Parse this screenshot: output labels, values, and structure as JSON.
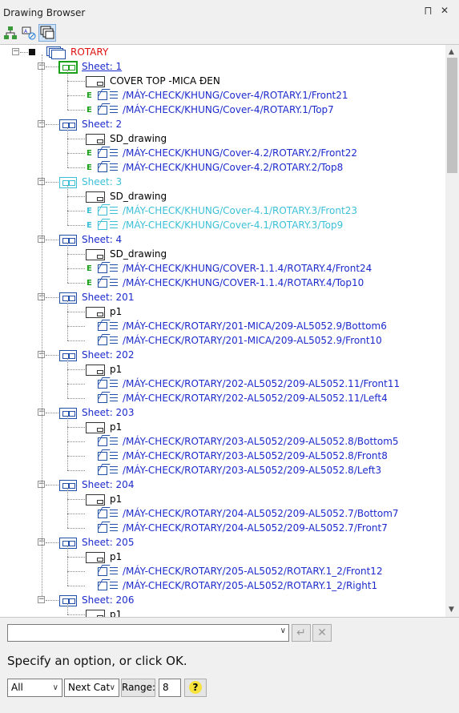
{
  "window": {
    "title": "Drawing Browser",
    "pin_icon": "pin-icon",
    "close_icon": "close-icon"
  },
  "toolbar": {
    "buttons": [
      "hierarchy-view-icon",
      "sheet-formats-view-icon",
      "sheets-view-icon"
    ]
  },
  "tree": {
    "root": "ROTARY",
    "sheets": [
      {
        "name": "Sheet: 1",
        "state": "active",
        "format": "COVER TOP -MICA ĐEN",
        "views": [
          {
            "path": "/MÁY-CHECK/KHUNG/Cover-4/ROTARY.1/Front21",
            "e": true
          },
          {
            "path": "/MÁY-CHECK/KHUNG/Cover-4/ROTARY.1/Top7",
            "e": true
          }
        ]
      },
      {
        "name": "Sheet: 2",
        "state": "normal",
        "format": "SD_drawing",
        "views": [
          {
            "path": "/MÁY-CHECK/KHUNG/Cover-4.2/ROTARY.2/Front22",
            "e": true
          },
          {
            "path": "/MÁY-CHECK/KHUNG/Cover-4.2/ROTARY.2/Top8",
            "e": true
          }
        ]
      },
      {
        "name": "Sheet: 3",
        "state": "dim",
        "format": "SD_drawing",
        "views": [
          {
            "path": "/MÁY-CHECK/KHUNG/Cover-4.1/ROTARY.3/Front23",
            "e": true
          },
          {
            "path": "/MÁY-CHECK/KHUNG/Cover-4.1/ROTARY.3/Top9",
            "e": true
          }
        ]
      },
      {
        "name": "Sheet: 4",
        "state": "normal",
        "format": "SD_drawing",
        "views": [
          {
            "path": "/MÁY-CHECK/KHUNG/COVER-1.1.4/ROTARY.4/Front24",
            "e": true
          },
          {
            "path": "/MÁY-CHECK/KHUNG/COVER-1.1.4/ROTARY.4/Top10",
            "e": true
          }
        ]
      },
      {
        "name": "Sheet: 201",
        "state": "normal",
        "format": "p1",
        "views": [
          {
            "path": "/MÁY-CHECK/ROTARY/201-MICA/209-AL5052.9/Bottom6",
            "e": false
          },
          {
            "path": "/MÁY-CHECK/ROTARY/201-MICA/209-AL5052.9/Front10",
            "e": false
          }
        ]
      },
      {
        "name": "Sheet: 202",
        "state": "normal",
        "format": "p1",
        "views": [
          {
            "path": "/MÁY-CHECK/ROTARY/202-AL5052/209-AL5052.11/Front11",
            "e": false
          },
          {
            "path": "/MÁY-CHECK/ROTARY/202-AL5052/209-AL5052.11/Left4",
            "e": false
          }
        ]
      },
      {
        "name": "Sheet: 203",
        "state": "normal",
        "format": "p1",
        "views": [
          {
            "path": "/MÁY-CHECK/ROTARY/203-AL5052/209-AL5052.8/Bottom5",
            "e": false
          },
          {
            "path": "/MÁY-CHECK/ROTARY/203-AL5052/209-AL5052.8/Front8",
            "e": false
          },
          {
            "path": "/MÁY-CHECK/ROTARY/203-AL5052/209-AL5052.8/Left3",
            "e": false
          }
        ]
      },
      {
        "name": "Sheet: 204",
        "state": "normal",
        "format": "p1",
        "views": [
          {
            "path": "/MÁY-CHECK/ROTARY/204-AL5052/209-AL5052.7/Bottom7",
            "e": false
          },
          {
            "path": "/MÁY-CHECK/ROTARY/204-AL5052/209-AL5052.7/Front7",
            "e": false
          }
        ]
      },
      {
        "name": "Sheet: 205",
        "state": "normal",
        "format": "p1",
        "views": [
          {
            "path": "/MÁY-CHECK/ROTARY/205-AL5052/ROTARY.1_2/Front12",
            "e": false
          },
          {
            "path": "/MÁY-CHECK/ROTARY/205-AL5052/ROTARY.1_2/Right1",
            "e": false
          }
        ]
      },
      {
        "name": "Sheet: 206",
        "state": "normal",
        "format": "p1",
        "views": []
      }
    ]
  },
  "command": {
    "value": "",
    "prompt": "Specify an option, or click OK."
  },
  "footer": {
    "filter": "All",
    "next": "Next Cat",
    "range_label": "Range:",
    "range_value": "8"
  },
  "colors": {
    "link": "#1c2bcc",
    "dim": "#3cc0d8",
    "root": "#e01010",
    "active": "#1aa11a"
  }
}
